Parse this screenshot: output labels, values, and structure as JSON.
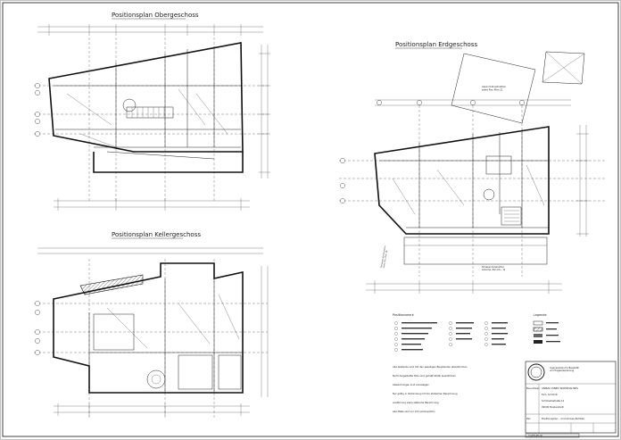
{
  "sheet": {
    "floor_titles": {
      "upper": "Positionsplan Obergeschoss",
      "ground": "Positionsplan Erdgeschoss",
      "basement": "Positionsplan Kellergeschoss"
    },
    "annotations": {
      "carport": "Carport-Konstruktion\nsiehe Pos.-Plan 21",
      "terrasse_left": "Terrassen-Konstruktion\nsiehe Pos.-Plan 19",
      "terrasse_bottom": "Terrassen-Konstruktion\nsiehe Pos.-Plan 18 u. 19"
    },
    "legend": {
      "title_left": "Positionsmerk",
      "title_right": "Legende"
    },
    "notes": [
      "Alle Abstände sind mit den jeweiligen Baupländen abzustimmen",
      "Nicht dargestellte Teile sind gemäß Statik auszuführen",
      "Abweichungen sind anzuzeigen",
      "Nur gültig in Verbindung mit der statischen Berechnung",
      "Ausführung siehe statische Berechnung",
      "Alle Maße sind vor Ort nachzuprüfen"
    ],
    "title_block": {
      "office": "Ingenieurbüro für Baustatik\nund Tragwerksplanung",
      "project_label": "Bauvorhaben:",
      "project": "UMBAU EINES WOHNHAUSES",
      "owner": "Fam. Schmidt",
      "street": "Schmiedestraße 14",
      "city": "00000 Musterstadt",
      "plan_label": "Plan:",
      "plan": "Positionsplan – Grundrisse Rohbau"
    },
    "footer_code": "01-POS-RB-GR"
  }
}
